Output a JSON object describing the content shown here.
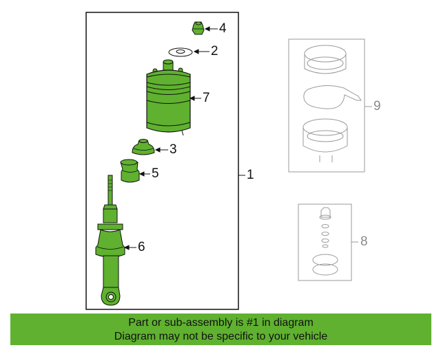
{
  "callouts": {
    "c1": "1",
    "c2": "2",
    "c3": "3",
    "c4": "4",
    "c5": "5",
    "c6": "6",
    "c7": "7",
    "c8": "8",
    "c9": "9"
  },
  "banner": {
    "line1": "Part or sub-assembly is #1 in diagram",
    "line2": "Diagram may not be specific to your vehicle"
  },
  "colors": {
    "highlight": "#5fb12f",
    "line": "#111111",
    "ghost": "#9a9a9a"
  }
}
